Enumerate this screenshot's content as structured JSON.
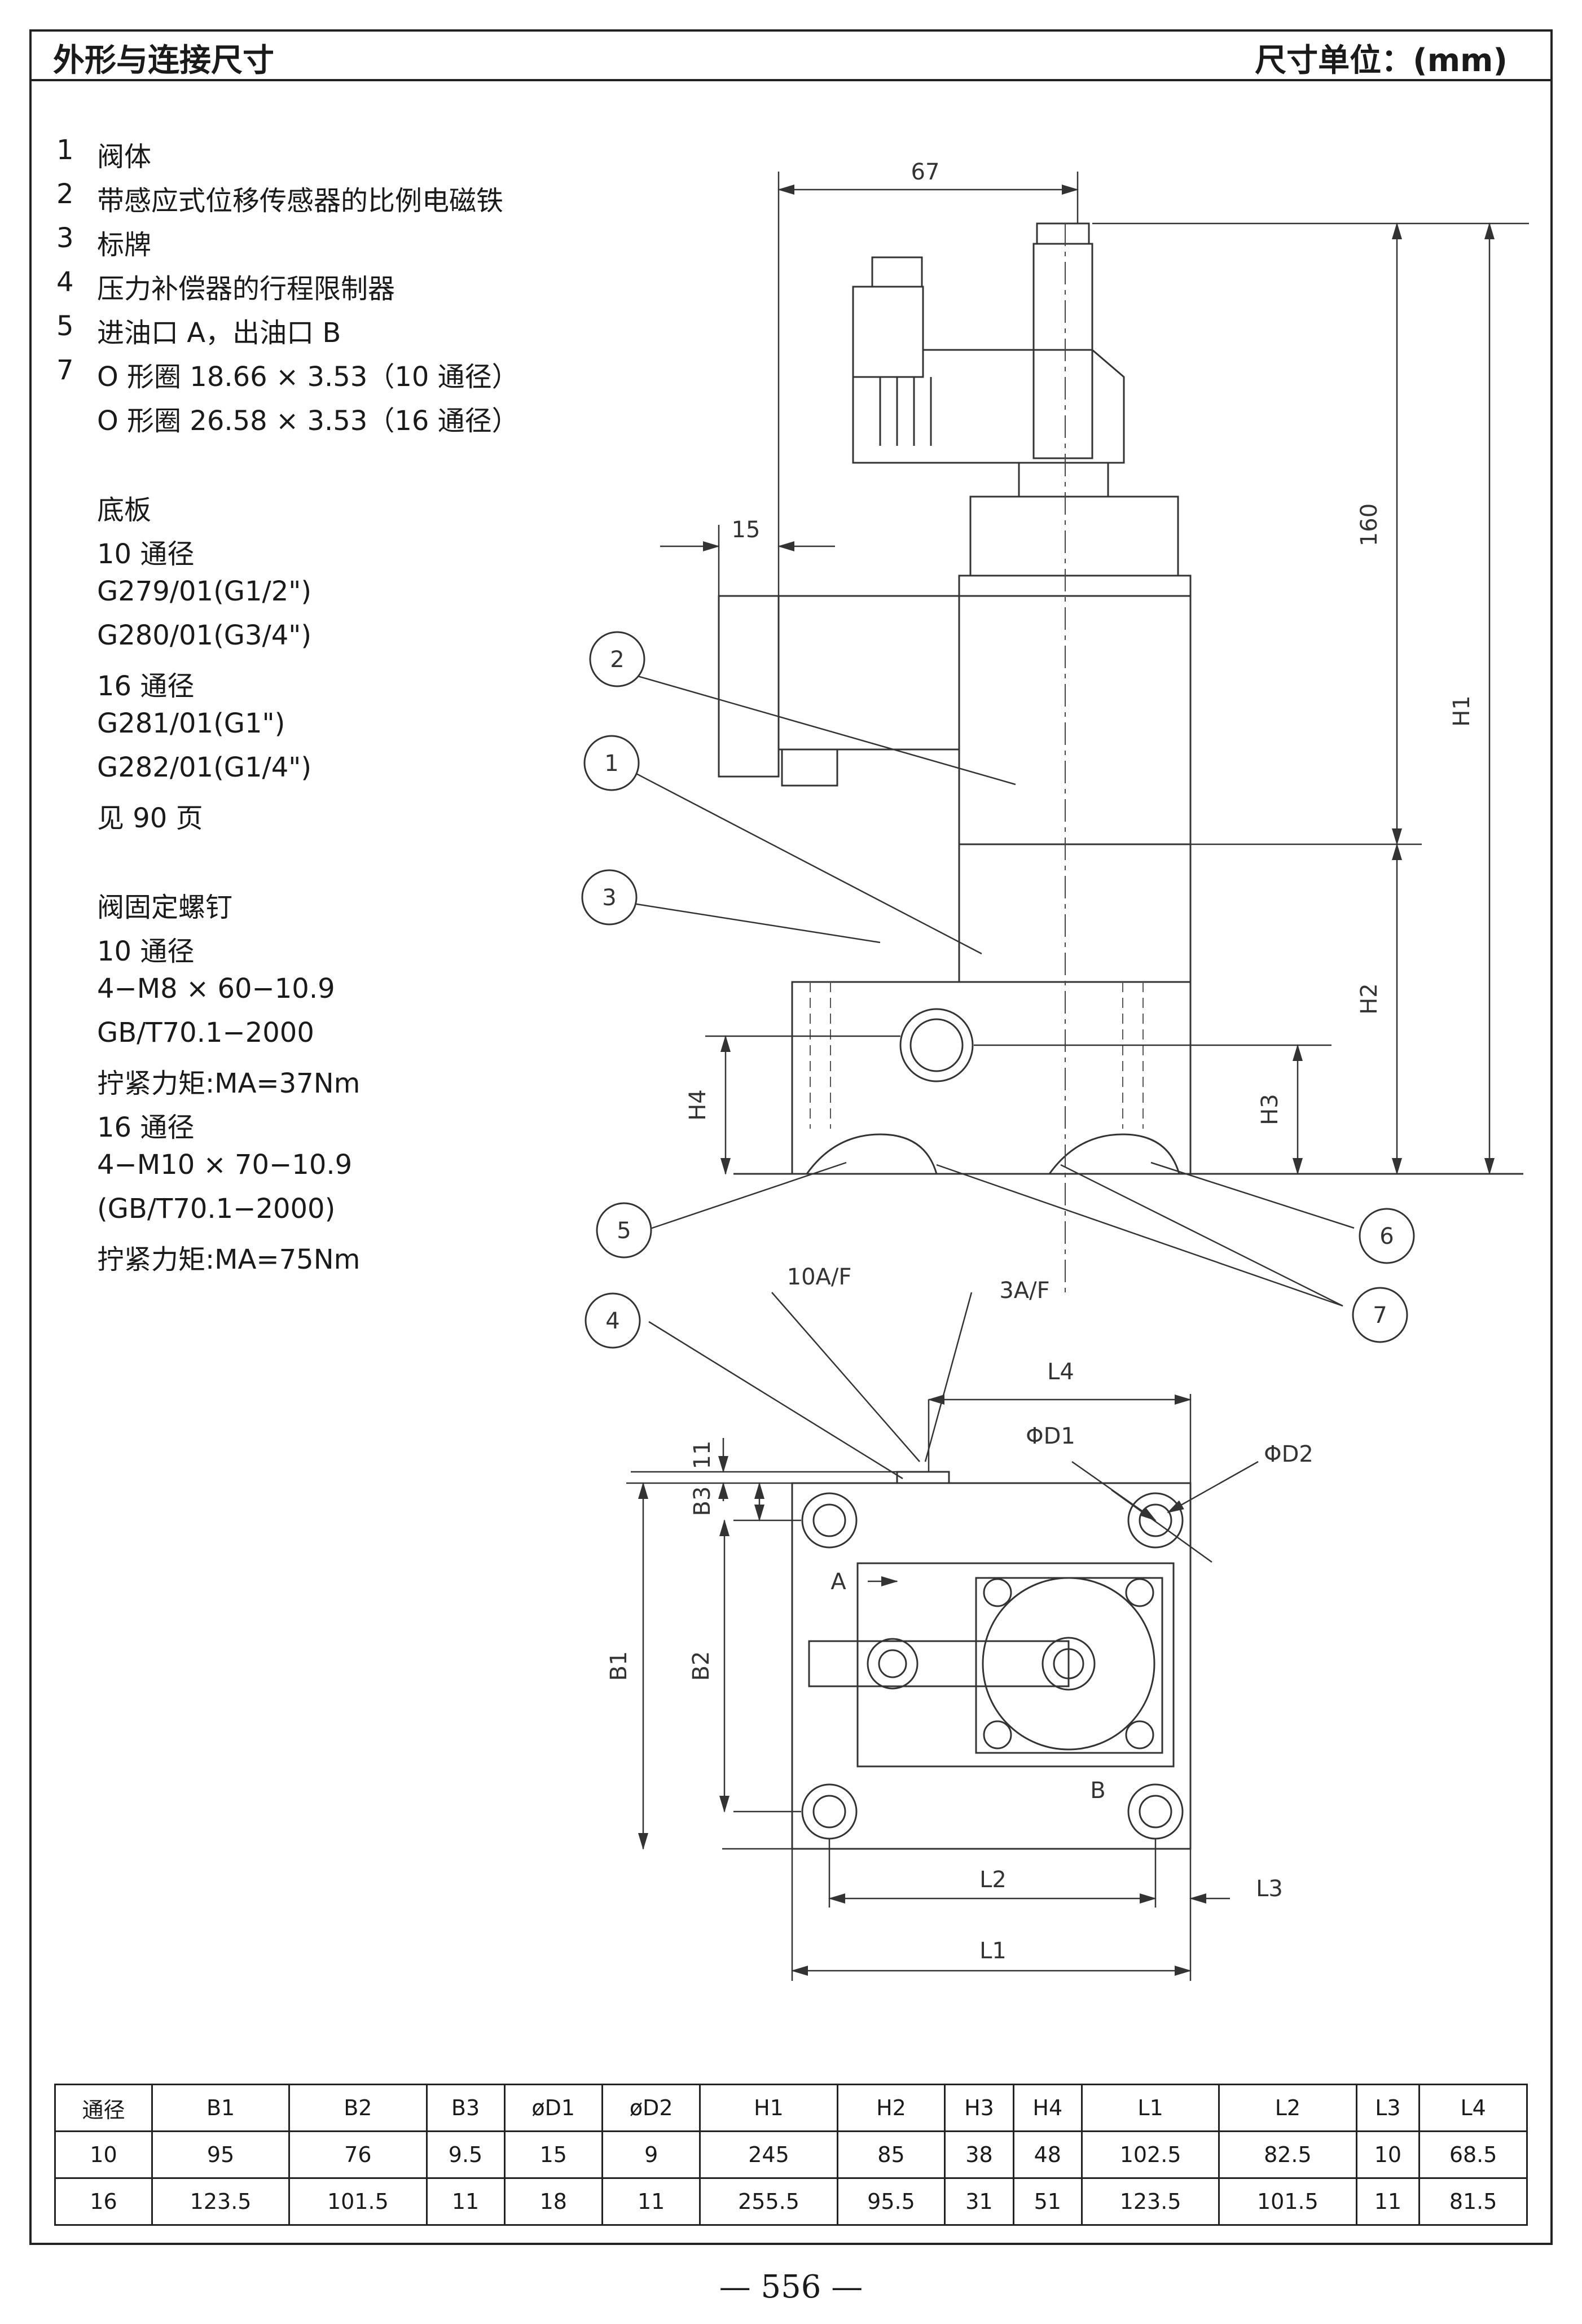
{
  "header": {
    "title": "外形与连接尺寸",
    "unit": "尺寸单位：(mm)"
  },
  "legend": [
    {
      "num": "1",
      "text": "阀体"
    },
    {
      "num": "2",
      "text": "带感应式位移传感器的比例电磁铁"
    },
    {
      "num": "3",
      "text": "标牌"
    },
    {
      "num": "4",
      "text": "压力补偿器的行程限制器"
    },
    {
      "num": "5",
      "text": "进油口 A，出油口 B"
    },
    {
      "num": "7",
      "text": "O 形圈 18.66 × 3.53（10 通径）"
    },
    {
      "num": "",
      "text": "O 形圈 26.58 × 3.53（16 通径）"
    }
  ],
  "baseplate": {
    "title": "底板",
    "lines": [
      "10 通径",
      "G279/01(G1/2\")",
      "G280/01(G3/4\")",
      "16 通径",
      "G281/01(G1\")",
      "G282/01(G1/4\")",
      "见 90 页"
    ]
  },
  "screws": {
    "title": "阀固定螺钉",
    "lines": [
      "10 通径",
      "4−M8 × 60−10.9",
      "GB/T70.1−2000",
      "拧紧力矩:MA=37Nm",
      "16 通径",
      "4−M10 × 70−10.9",
      "(GB/T70.1−2000)",
      "拧紧力矩:MA=75Nm"
    ]
  },
  "drawing": {
    "dims": {
      "d67": "67",
      "d160": "160",
      "d15": "15",
      "H1": "H1",
      "H2": "H2",
      "H3": "H3",
      "H4": "H4",
      "f10": "10A/F",
      "f3": "3A/F",
      "L4": "L4",
      "D1": "ΦD1",
      "D2": "ΦD2",
      "d11": "11",
      "B3": "B3",
      "B1": "B1",
      "B2": "B2",
      "L1": "L1",
      "L2": "L2",
      "L3": "L3",
      "A": "A",
      "B": "B"
    },
    "balloons": [
      "1",
      "2",
      "3",
      "4",
      "5",
      "6",
      "7"
    ]
  },
  "table": {
    "headers": [
      "通径",
      "B1",
      "B2",
      "B3",
      "øD1",
      "øD2",
      "H1",
      "H2",
      "H3",
      "H4",
      "L1",
      "L2",
      "L3",
      "L4"
    ],
    "rows": [
      [
        "10",
        "95",
        "76",
        "9.5",
        "15",
        "9",
        "245",
        "85",
        "38",
        "48",
        "102.5",
        "82.5",
        "10",
        "68.5"
      ],
      [
        "16",
        "123.5",
        "101.5",
        "11",
        "18",
        "11",
        "255.5",
        "95.5",
        "31",
        "51",
        "123.5",
        "101.5",
        "11",
        "81.5"
      ]
    ]
  },
  "page_number": "— 556 —"
}
